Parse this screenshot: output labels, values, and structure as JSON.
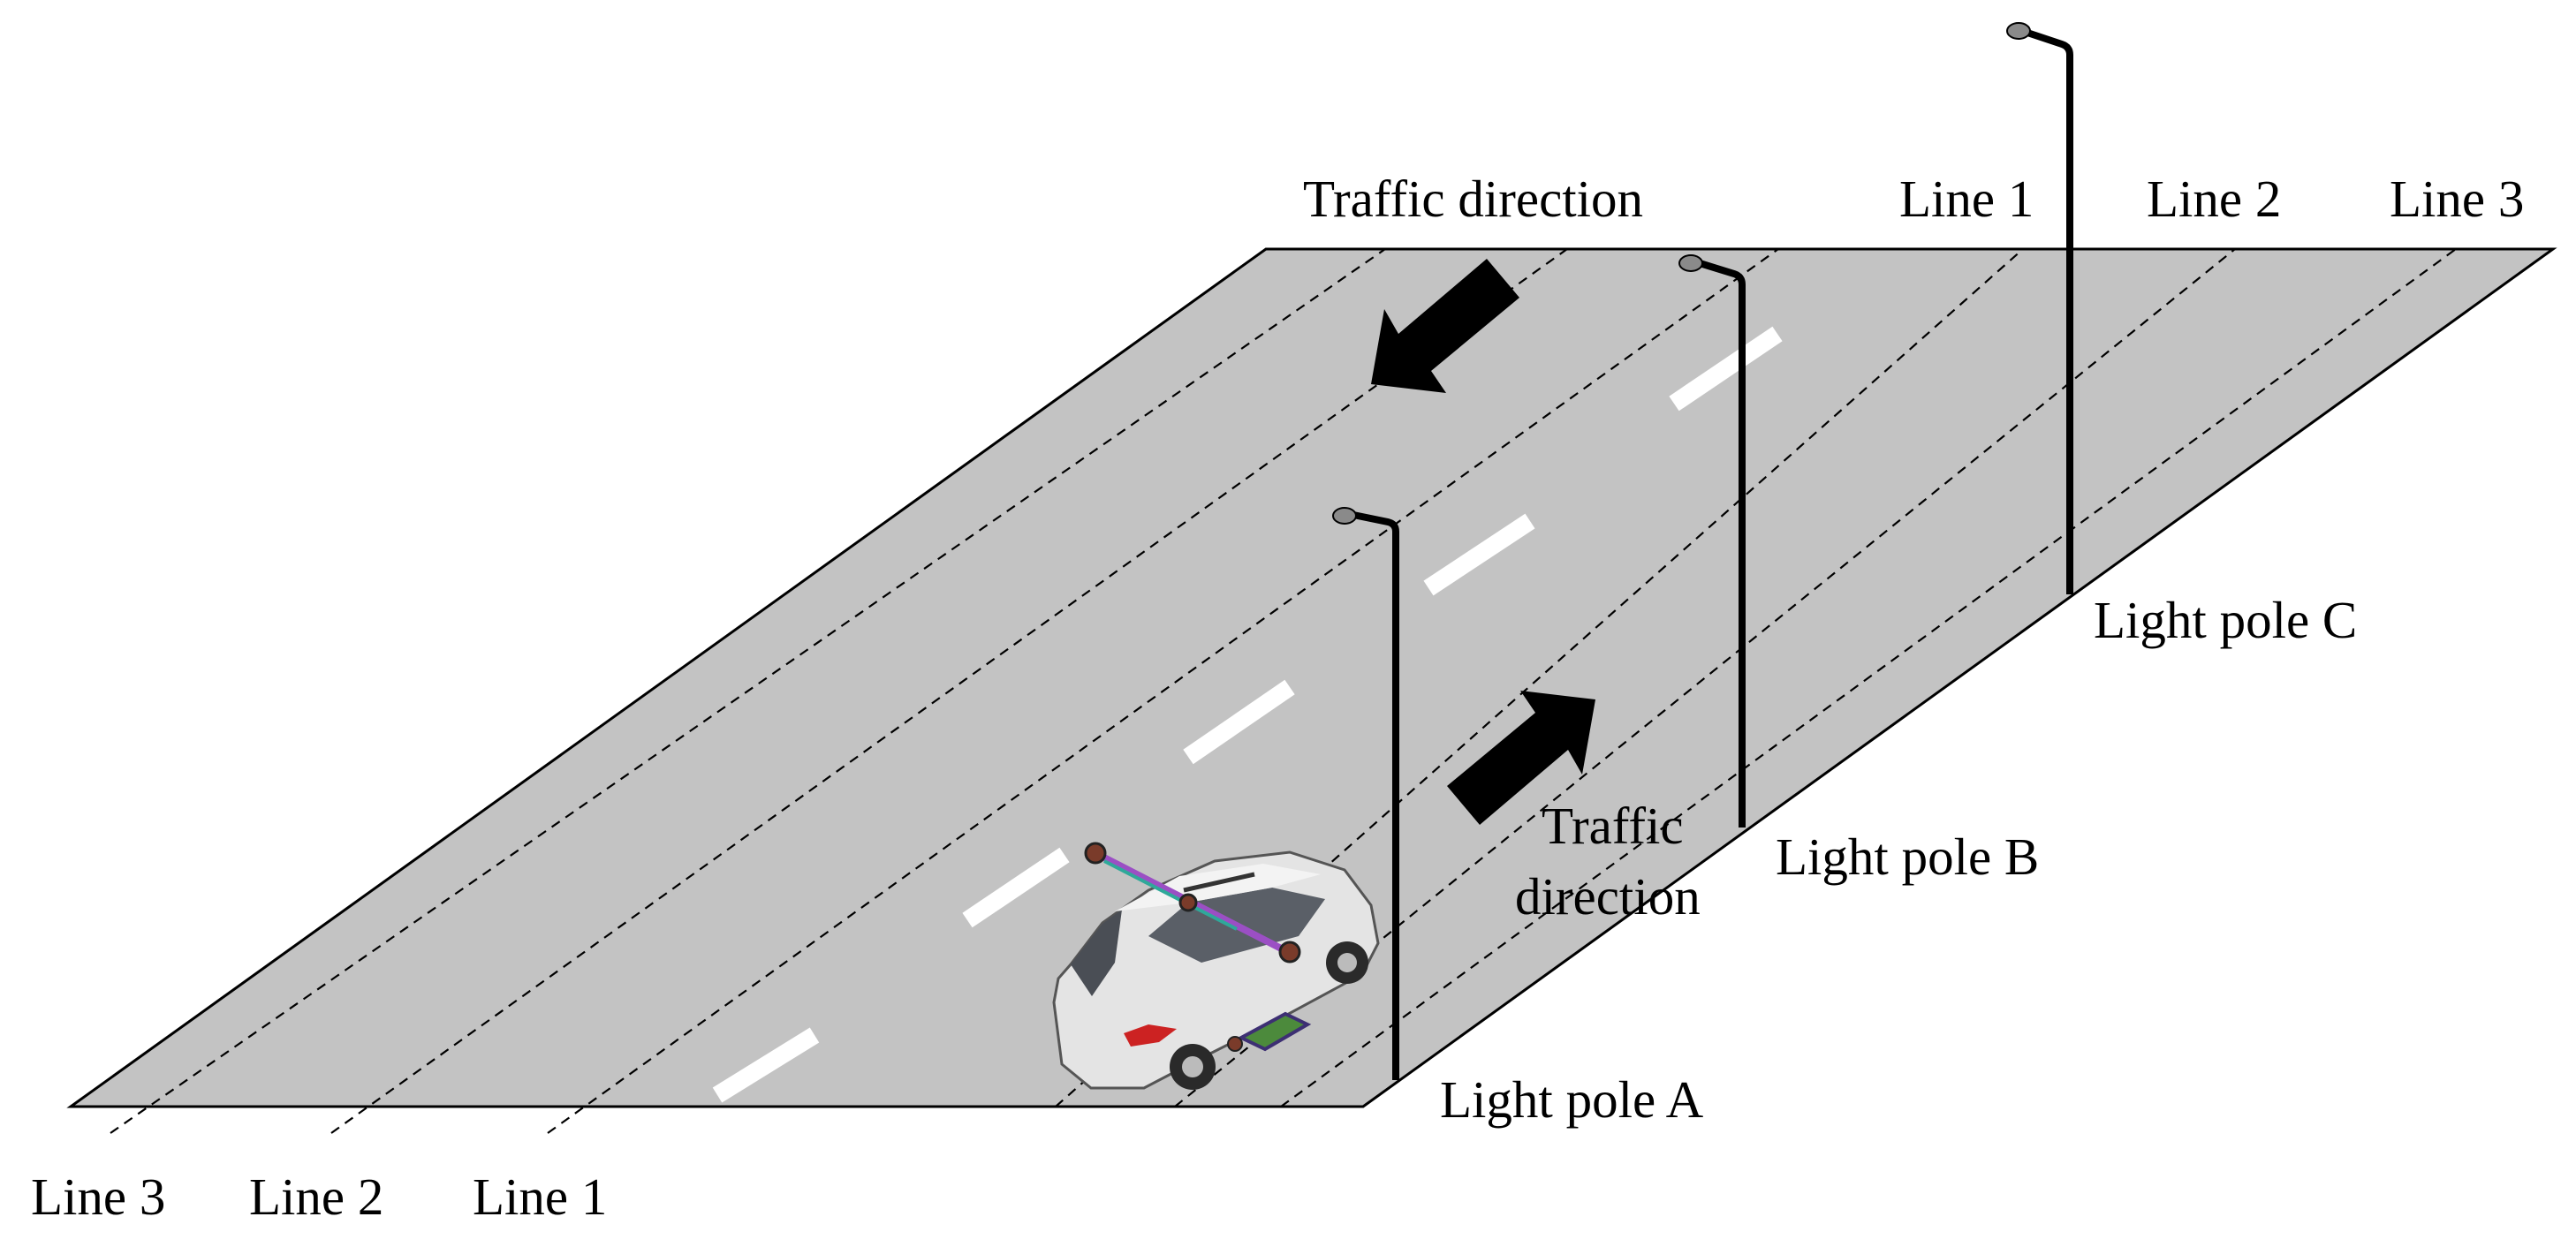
{
  "labels": {
    "traffic_direction_top": "Traffic direction",
    "traffic_direction_bottom_line1": "Traffic",
    "traffic_direction_bottom_line2": "direction",
    "top_line_1": "Line 1",
    "top_line_2": "Line 2",
    "top_line_3": "Line 3",
    "bottom_line_1": "Line 1",
    "bottom_line_2": "Line 2",
    "bottom_line_3": "Line 3",
    "light_pole_a": "Light pole A",
    "light_pole_b": "Light pole B",
    "light_pole_c": "Light pole C"
  },
  "colors": {
    "road": "#c3c3c3",
    "lane_marking": "#ffffff",
    "car_body": "#e4e4e4",
    "ink": "#000000",
    "lamp_head": "#8a8a8a"
  },
  "icons": {
    "vehicle": "suv-with-mounted-sensors-icon",
    "arrow_up_left": "arrow-up-left-icon",
    "arrow_down_right": "arrow-down-right-icon"
  }
}
